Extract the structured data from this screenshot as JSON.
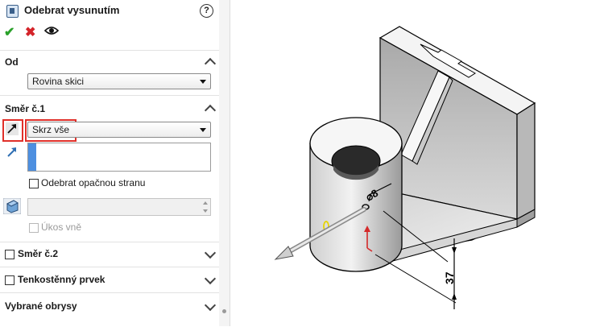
{
  "panel": {
    "title": "Odebrat vysunutím",
    "help_icon": "?",
    "ok_icon": "✔",
    "cancel_icon": "✖",
    "preview_icon": "eye-icon"
  },
  "sections": {
    "from": {
      "title": "Od",
      "select_value": "Rovina skici"
    },
    "direction1": {
      "title": "Směr č.1",
      "end_condition": "Skrz vše",
      "flip_side_label": "Odebrat opačnou stranu",
      "draft_label": "Úkos vně"
    },
    "direction2": {
      "title": "Směr č.2"
    },
    "thin": {
      "title": "Tenkostěnný prvek"
    },
    "contours": {
      "title": "Vybrané obrysy"
    }
  },
  "viewport": {
    "dimension_diameter": "⌀8",
    "dimension_length": "37"
  },
  "colors": {
    "accent_red": "#e0302a",
    "selection_blue": "#4d8fe0",
    "ok_green": "#2aa12a",
    "cancel_red": "#d4242a"
  }
}
